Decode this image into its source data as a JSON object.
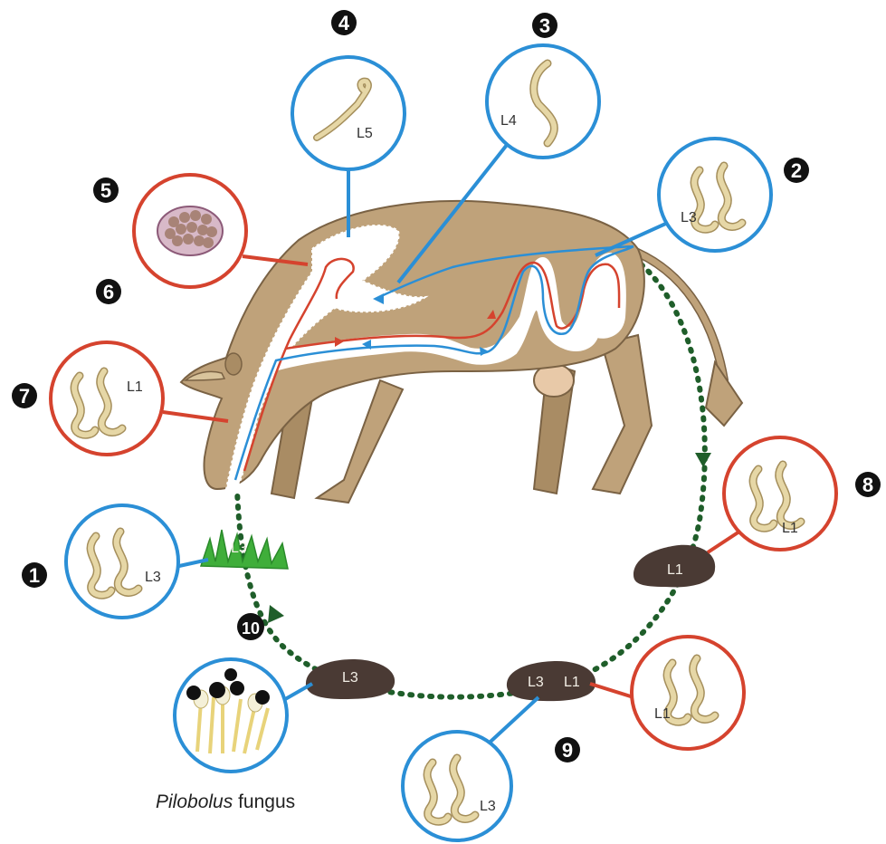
{
  "colors": {
    "cow_body": "#bfa27a",
    "cow_outline": "#7a6244",
    "blue": "#2b8fd6",
    "red": "#d5432e",
    "green_path": "#1f5e2a",
    "dung": "#4a3a34",
    "worm": "#e6d7a6",
    "grass": "#3fae3a"
  },
  "numbers": {
    "n1": "1",
    "n2": "2",
    "n3": "3",
    "n4": "4",
    "n5": "5",
    "n6": "6",
    "n7": "7",
    "n8": "8",
    "n9": "9",
    "n10": "10"
  },
  "circles": {
    "c1": {
      "label": "L3"
    },
    "c2": {
      "label": "L3"
    },
    "c3": {
      "label": "L4"
    },
    "c4": {
      "label": "L5"
    },
    "c7": {
      "label": "L1"
    },
    "c8": {
      "label": "L1"
    },
    "c9a": {
      "label": "L1"
    },
    "c9b": {
      "label": "L3"
    }
  },
  "ground": {
    "grass_label": "L3",
    "dung8_label": "L1",
    "dung9_label_a": "L3",
    "dung9_label_b": "L1",
    "dung10_label": "L3"
  },
  "caption": {
    "italic": "Pilobolus",
    "rest": " fungus"
  }
}
